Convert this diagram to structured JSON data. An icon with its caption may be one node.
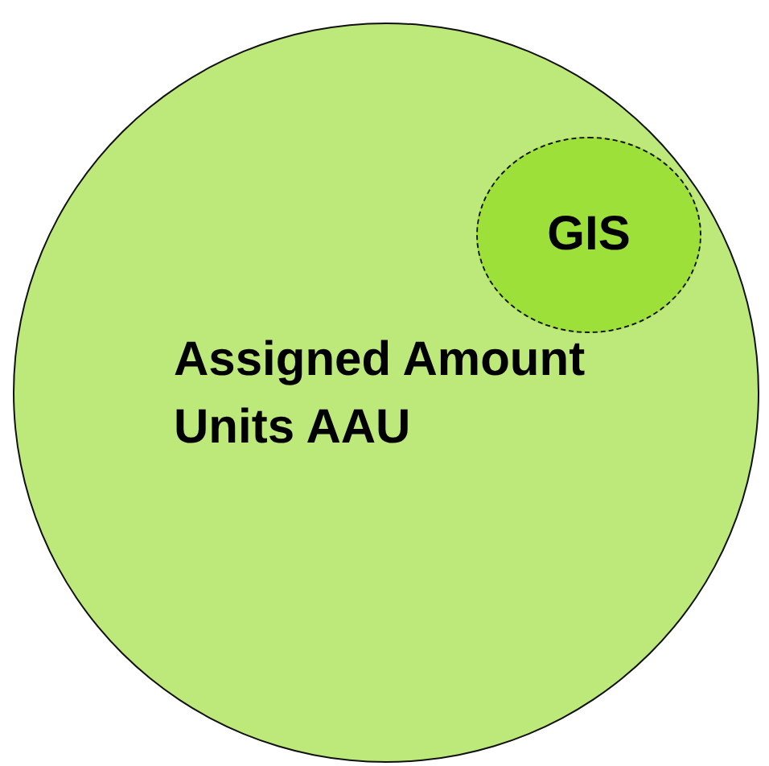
{
  "diagram": {
    "nodes": [
      {
        "text": [
          "Assigned Amount Units AAU"
        ]
      },
      {
        "text": [
          "GIS"
        ],
        "in": 0
      }
    ]
  }
}
